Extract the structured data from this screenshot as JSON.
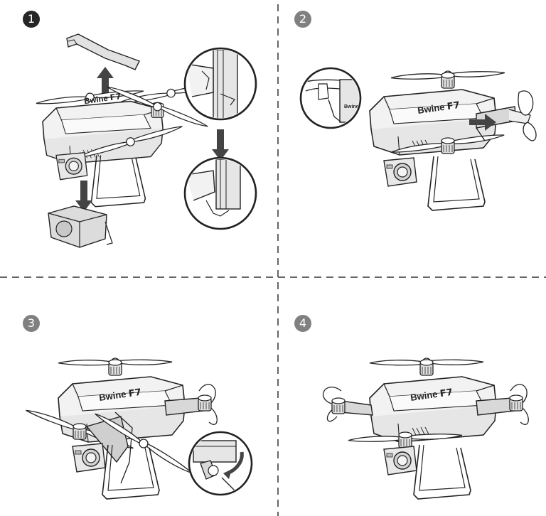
{
  "steps": [
    {
      "label": "1"
    },
    {
      "label": "2"
    },
    {
      "label": "3"
    },
    {
      "label": "4"
    }
  ],
  "drone": {
    "brand": "Bwine",
    "model": "F7"
  },
  "colors": {
    "divider": "#666666",
    "line": "#222222",
    "body": "#f2f2f2",
    "shade": "#d9d9d9",
    "badge_dark": "#262626",
    "badge_light": "#808080"
  },
  "icons": [
    "arrow-up-icon",
    "arrow-down-icon",
    "arrow-right-icon",
    "curved-arrow-icon",
    "magnifier-callout-icon",
    "drone-illustration"
  ]
}
